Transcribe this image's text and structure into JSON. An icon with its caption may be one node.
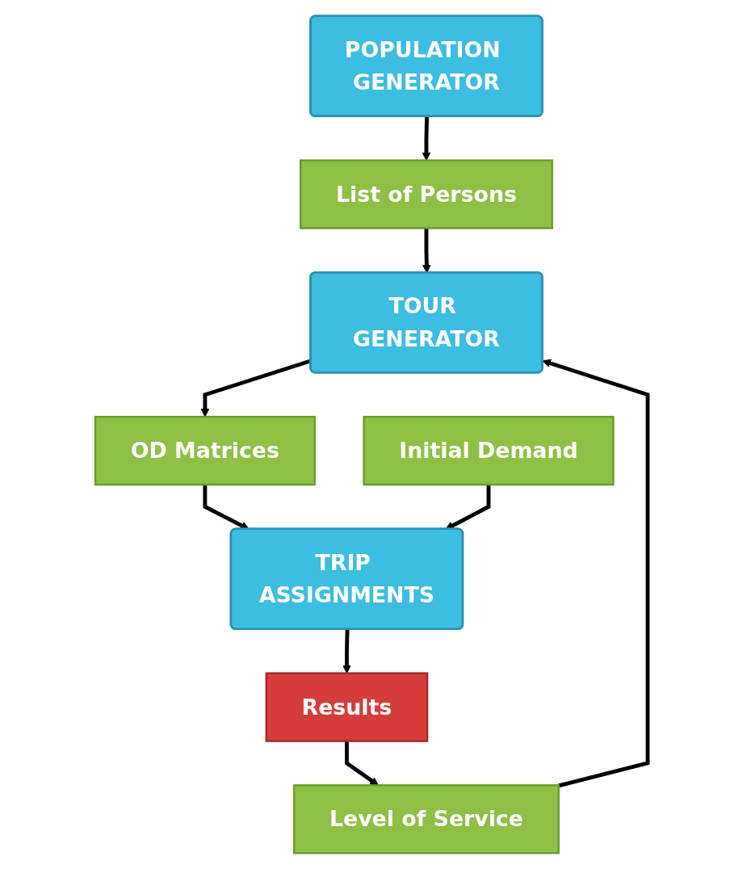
{
  "diagram": {
    "nodes": [
      {
        "text": [
          "POPULATION GENERATOR"
        ]
      },
      {
        "text": [
          "List of Persons"
        ]
      },
      {
        "text": [
          "TOUR GENERATOR"
        ]
      },
      {
        "text": [
          "OD Matrices"
        ]
      },
      {
        "text": [
          "Level of Service"
        ]
      },
      {
        "text": [
          "Initial Demand"
        ]
      },
      {
        "text": [
          "TRIP ASSIGNMENTS"
        ]
      },
      {
        "text": [
          "Results"
        ]
      }
    ],
    "edges": [
      {
        "from": 0,
        "to": 1,
        "arrow": "to"
      },
      {
        "from": 1,
        "to": 2,
        "arrow": "to"
      },
      {
        "from": 2,
        "to": 3,
        "arrow": "to"
      },
      {
        "from": 3,
        "to": 6,
        "arrow": "to"
      },
      {
        "from": 5,
        "to": 6,
        "arrow": "to"
      },
      {
        "from": 6,
        "to": 7,
        "arrow": "to"
      },
      {
        "from": 7,
        "to": 4,
        "arrow": "to"
      },
      {
        "from": 4,
        "to": 2,
        "arrow": "to"
      }
    ]
  }
}
